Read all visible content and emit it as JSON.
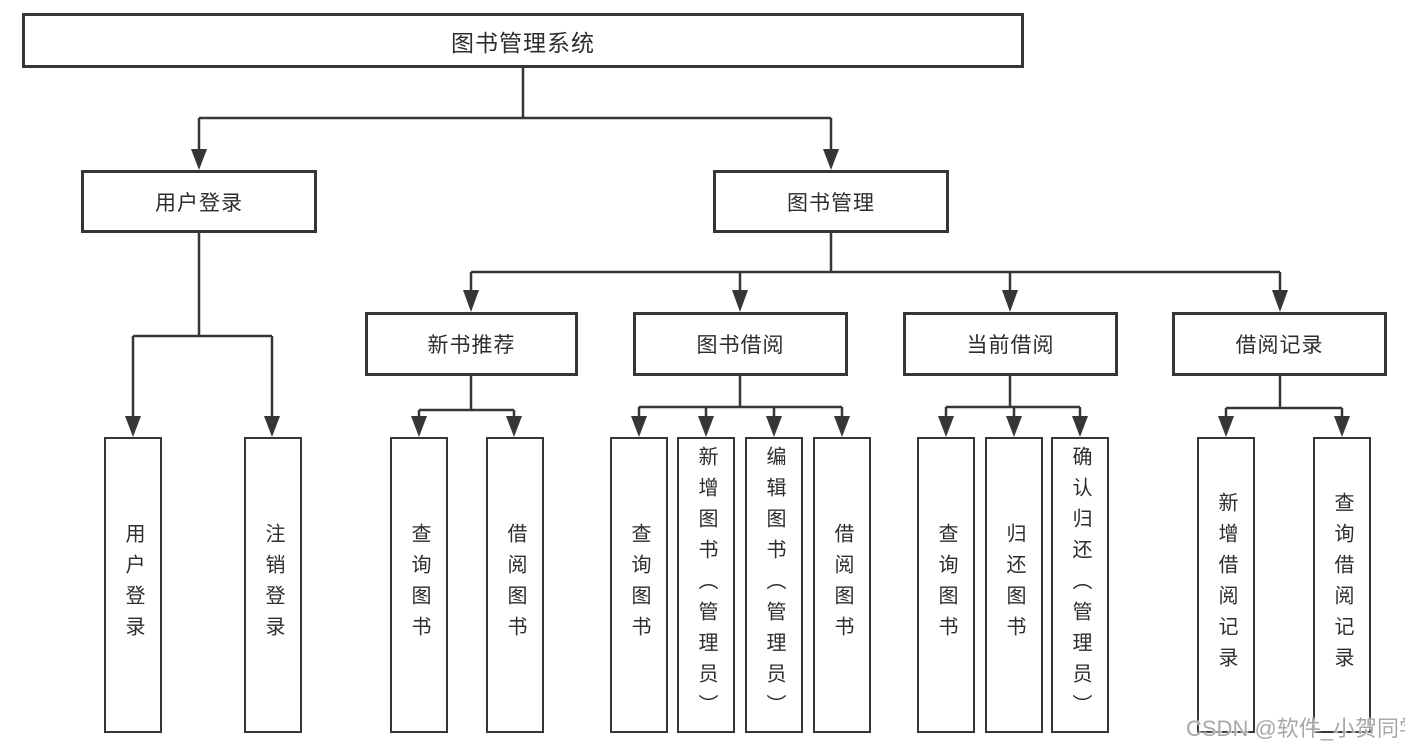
{
  "diagram": {
    "root": {
      "label": "图书管理系统"
    },
    "branches": [
      {
        "label": "用户登录",
        "leaves": [
          {
            "label": "用户登录"
          },
          {
            "label": "注销登录"
          }
        ]
      },
      {
        "label": "图书管理",
        "groups": [
          {
            "label": "新书推荐",
            "leaves": [
              {
                "label": "查询图书"
              },
              {
                "label": "借阅图书"
              }
            ]
          },
          {
            "label": "图书借阅",
            "leaves": [
              {
                "label": "查询图书"
              },
              {
                "label": "新增图书（管理员）"
              },
              {
                "label": "编辑图书（管理员）"
              },
              {
                "label": "借阅图书"
              }
            ]
          },
          {
            "label": "当前借阅",
            "leaves": [
              {
                "label": "查询图书"
              },
              {
                "label": "归还图书"
              },
              {
                "label": "确认归还（管理员）"
              }
            ]
          },
          {
            "label": "借阅记录",
            "leaves": [
              {
                "label": "新增借阅记录"
              },
              {
                "label": "查询借阅记录"
              }
            ]
          }
        ]
      }
    ]
  },
  "watermark": {
    "text": "CSDN @软件_小贺同学"
  },
  "colors": {
    "line": "#363636",
    "text": "#2d2d2d",
    "watermark": "#a8a8a8",
    "background": "#ffffff"
  }
}
